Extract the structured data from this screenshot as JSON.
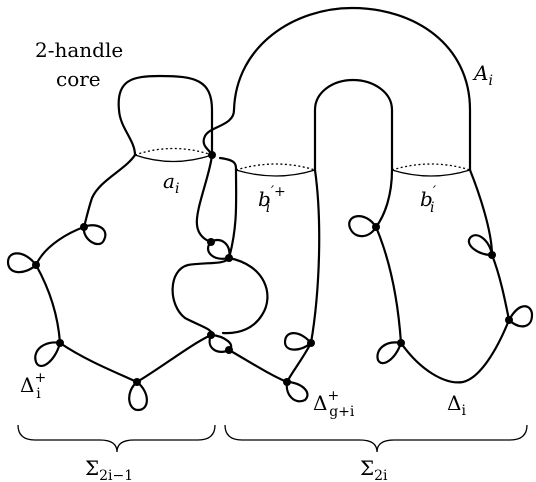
{
  "labels": {
    "handle_core_line1": "2-handle",
    "handle_core_line2": "core",
    "A": "A",
    "A_sub": "i",
    "a": "a",
    "a_sub": "i",
    "bprime_plus": "b",
    "bprime_plus_sup": "′+",
    "bprime_plus_sub": "i",
    "bprime": "b",
    "bprime_sup": "′",
    "bprime_sub": "i",
    "delta_plus_i": "Δ",
    "delta_plus_i_sup": "+",
    "delta_plus_i_sub": "i",
    "delta_plus_gi": "Δ",
    "delta_plus_gi_sup": "+",
    "delta_plus_gi_sub": "g+i",
    "delta_i": "Δ",
    "delta_i_sub": "i",
    "sigma_left": "Σ",
    "sigma_left_sub": "2i−1",
    "sigma_right": "Σ",
    "sigma_right_sub": "2i"
  }
}
